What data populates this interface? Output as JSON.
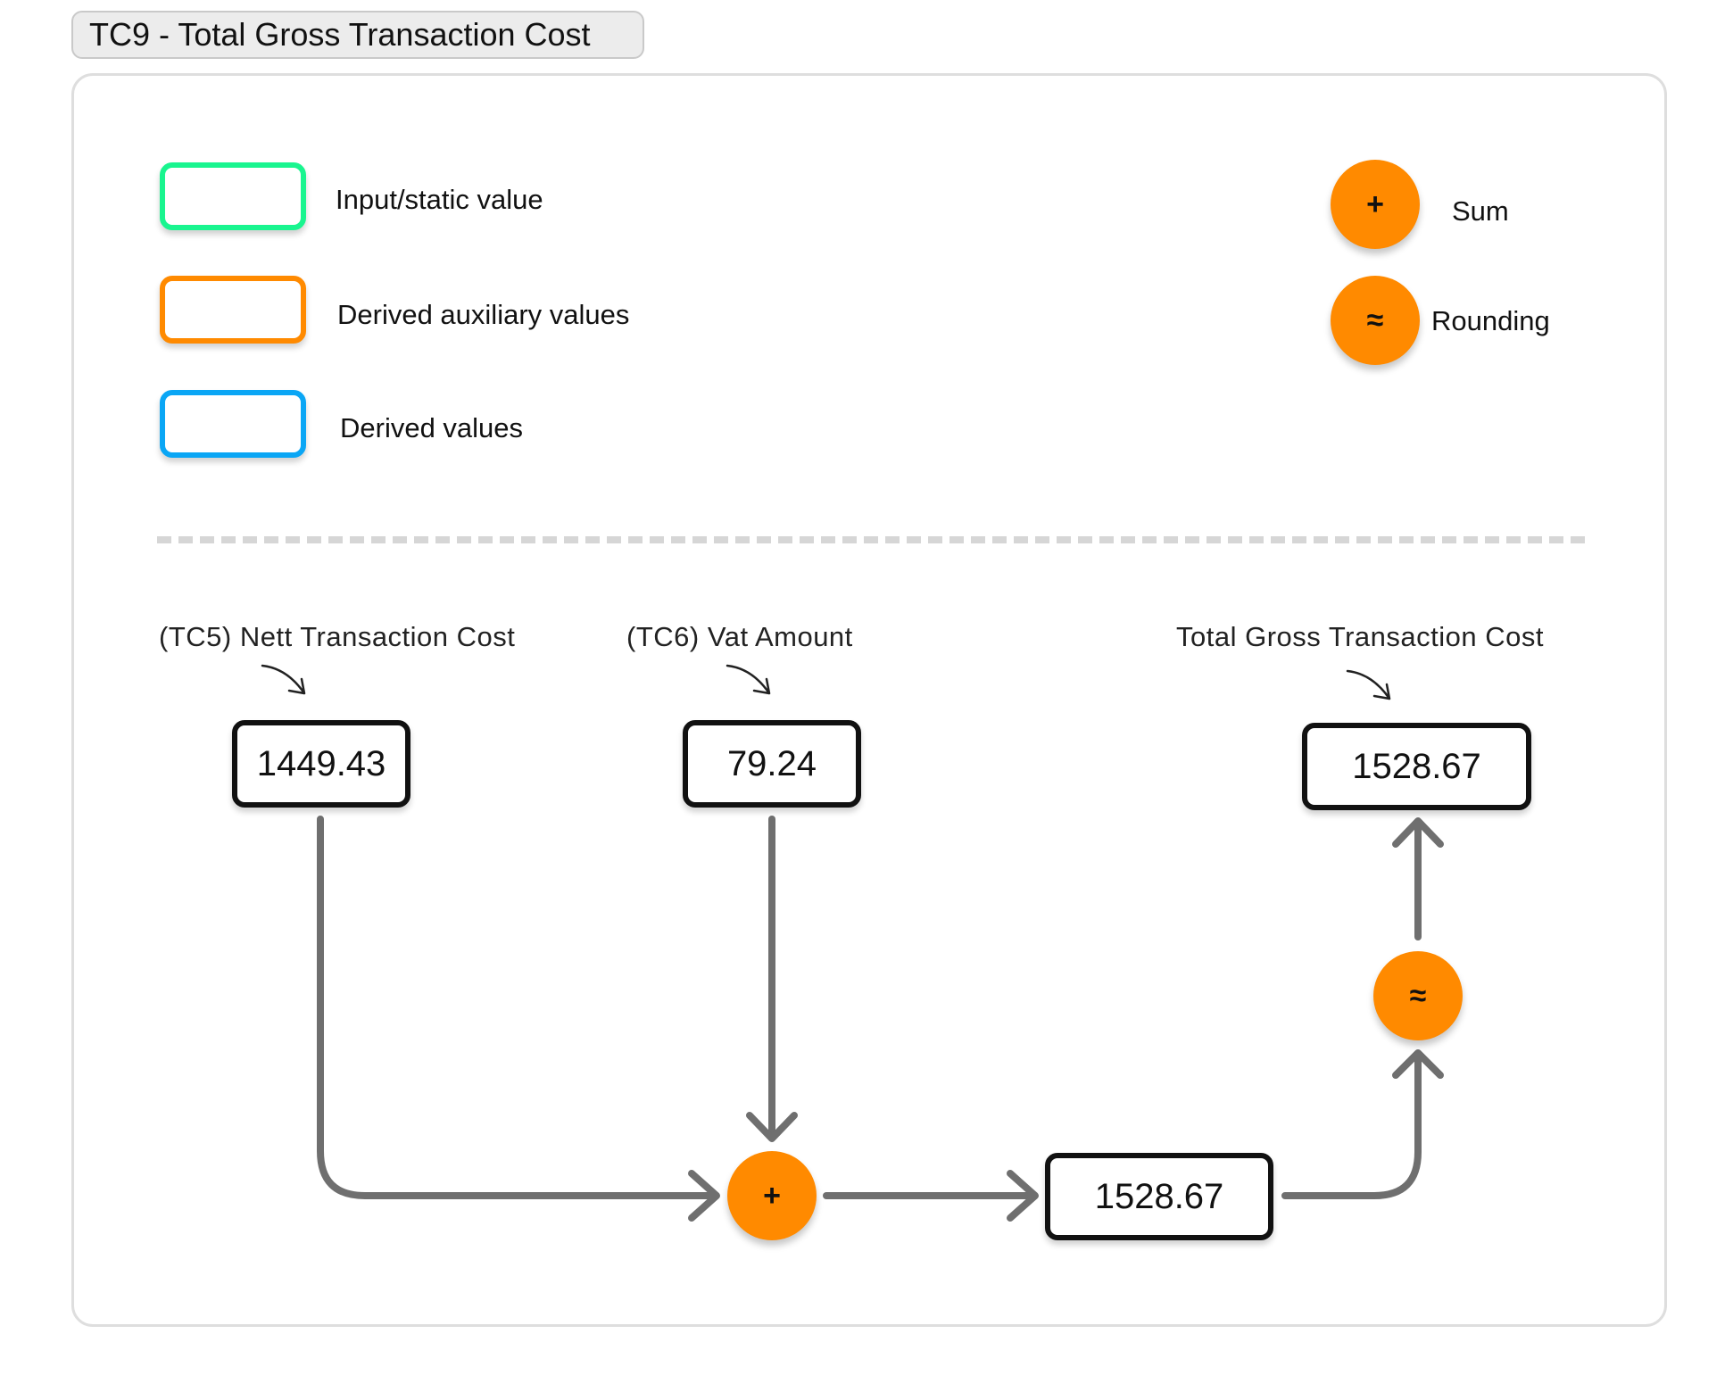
{
  "title": "TC9 - Total Gross Transaction Cost",
  "legend": {
    "input_label": "Input/static value",
    "aux_label": "Derived auxiliary values",
    "derived_label": "Derived values",
    "sum_symbol": "+",
    "sum_label": "Sum",
    "round_symbol": "≈",
    "round_label": "Rounding"
  },
  "colors": {
    "input": "#19f58f",
    "auxiliary": "#ff8a00",
    "derived": "#0aa6f5",
    "operator": "#ff8a00",
    "connector": "#6f6f6f"
  },
  "nodes": {
    "tc5": {
      "label": "(TC5) Nett Transaction Cost",
      "value": "1449.43"
    },
    "tc6": {
      "label": "(TC6) Vat Amount",
      "value": "79.24"
    },
    "sum_op": {
      "symbol": "+"
    },
    "aux": {
      "value": "1528.67"
    },
    "round_op": {
      "symbol": "≈"
    },
    "result": {
      "label": "Total Gross Transaction Cost",
      "value": "1528.67"
    }
  }
}
